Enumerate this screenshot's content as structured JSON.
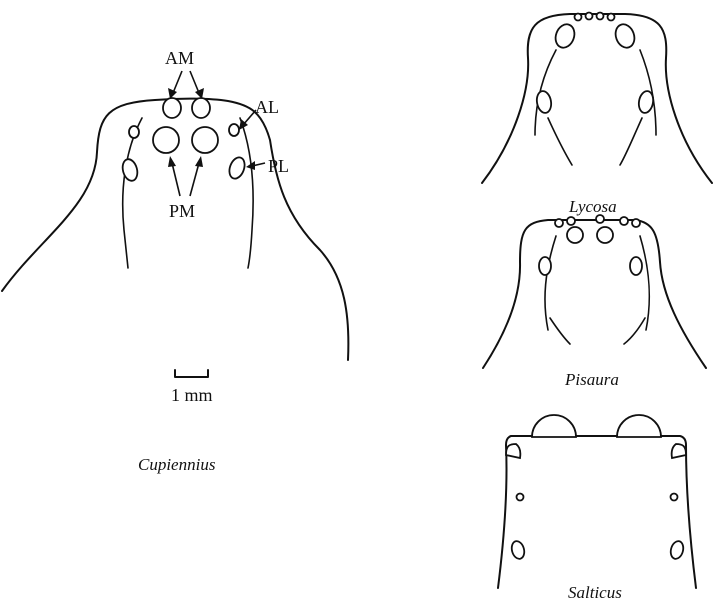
{
  "labels": {
    "am": "AM",
    "al": "AL",
    "pl": "PL",
    "pm": "PM"
  },
  "scale_bar": {
    "label": "1 mm"
  },
  "captions": {
    "cupiennius": "Cupiennius",
    "lycosa": "Lycosa",
    "pisaura": "Pisaura",
    "salticus": "Salticus"
  }
}
